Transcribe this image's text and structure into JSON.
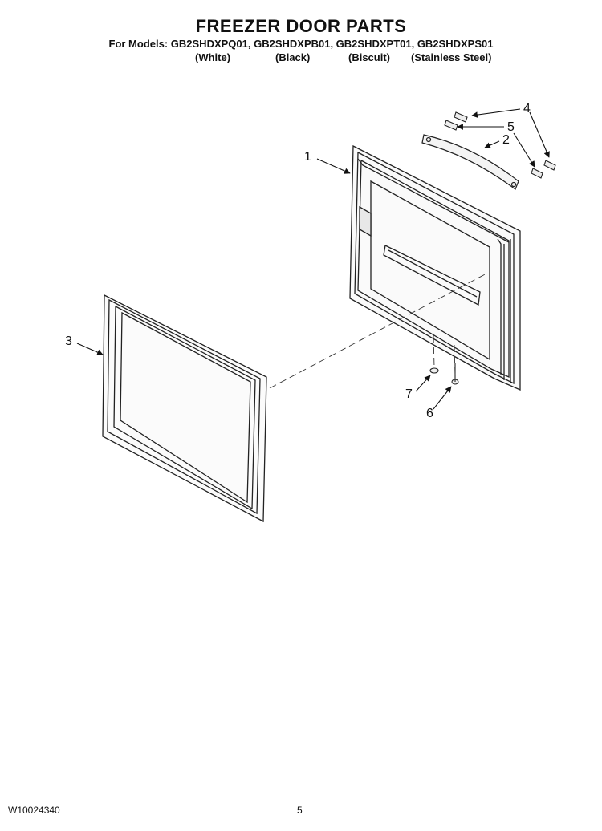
{
  "header": {
    "title": "FREEZER DOOR PARTS",
    "models_line": "For Models: GB2SHDXPQ01, GB2SHDXPB01, GB2SHDXPT01, GB2SHDXPS01",
    "variants": [
      "(White)",
      "(Black)",
      "(Biscuit)",
      "(Stainless Steel)"
    ]
  },
  "callouts": [
    "1",
    "2",
    "3",
    "4",
    "5",
    "6",
    "7"
  ],
  "footer": {
    "doc_code": "W10024340",
    "page_number": "5"
  }
}
